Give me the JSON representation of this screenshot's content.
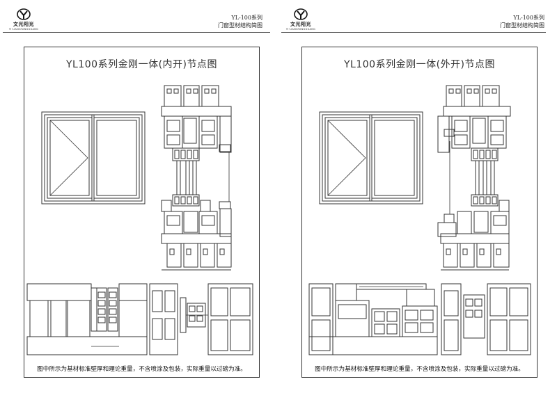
{
  "brand": {
    "name_cn": "文光阳光",
    "name_en": "YI'LIANGYANGGUANG"
  },
  "header": {
    "series": "YL-100系列",
    "subtitle": "门窗型材结构简图"
  },
  "sheets": [
    {
      "id": "left",
      "title": "YL100系列金刚一体(内开)节点图"
    },
    {
      "id": "right",
      "title": "YL100系列金刚一体(外开)节点图"
    }
  ],
  "note": "图中所示为基材标准壁厚和理论重量，不含喷涂及包装，实际重量以过磅为准。",
  "colors": {
    "line": "#333333",
    "accent": "#444444"
  }
}
